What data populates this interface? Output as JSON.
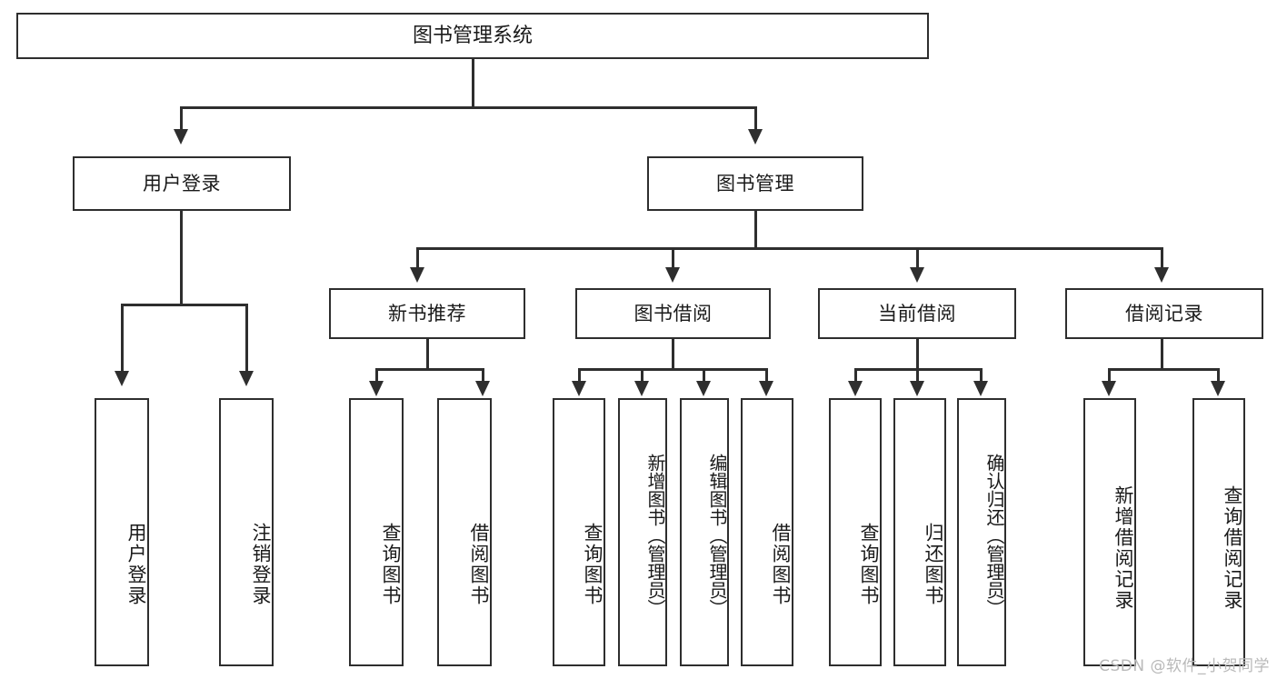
{
  "diagram": {
    "title": "图书管理系统",
    "type": "tree",
    "watermark": "CSDN @软件_小贺同学",
    "colors": {
      "stroke": "#2e2e2e",
      "fill": "#ffffff",
      "text": "#1a1a1a",
      "watermark": "#b9b9b9"
    }
  },
  "nodes": {
    "root": {
      "label": "图书管理系统"
    },
    "level2": [
      {
        "label": "用户登录"
      },
      {
        "label": "图书管理"
      }
    ],
    "level3": [
      {
        "label": "新书推荐"
      },
      {
        "label": "图书借阅"
      },
      {
        "label": "当前借阅"
      },
      {
        "label": "借阅记录"
      }
    ],
    "leaves": {
      "user_login": [
        {
          "label": "用户登录"
        },
        {
          "label": "注销登录"
        }
      ],
      "new_book": [
        {
          "label": "查询图书"
        },
        {
          "label": "借阅图书"
        }
      ],
      "book_borrow": [
        {
          "label": "查询图书"
        },
        {
          "label": "新增图书（管理员）"
        },
        {
          "label": "编辑图书（管理员）"
        },
        {
          "label": "借阅图书"
        }
      ],
      "current_borrow": [
        {
          "label": "查询图书"
        },
        {
          "label": "归还图书"
        },
        {
          "label": "确认归还（管理员）"
        }
      ],
      "borrow_record": [
        {
          "label": "新增借阅记录"
        },
        {
          "label": "查询借阅记录"
        }
      ]
    }
  }
}
